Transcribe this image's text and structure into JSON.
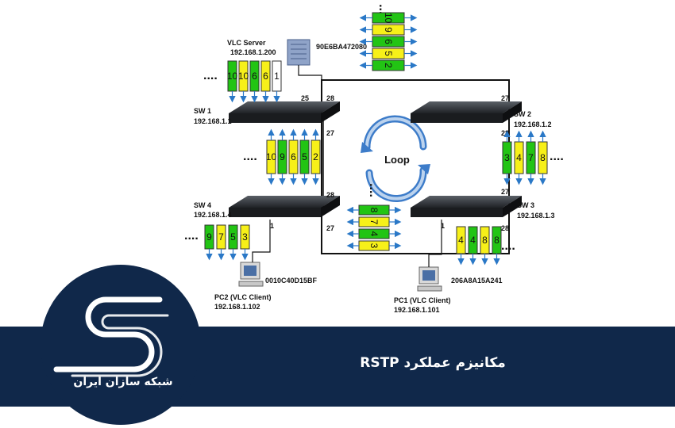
{
  "diagram": {
    "loop_label": "Loop",
    "dots": "....",
    "vlc_server": {
      "title": "VLC Server",
      "ip": "192.168.1.200",
      "mac": "90E6BA472080"
    },
    "switches": [
      {
        "id": "sw1",
        "name": "SW 1",
        "ip": "192.168.1.1",
        "ports": [
          "25",
          "28",
          "27"
        ]
      },
      {
        "id": "sw2",
        "name": "SW 2",
        "ip": "192.168.1.2",
        "ports": [
          "27",
          "28"
        ]
      },
      {
        "id": "sw3",
        "name": "SW 3",
        "ip": "192.168.1.3",
        "ports": [
          "27",
          "1",
          "28"
        ]
      },
      {
        "id": "sw4",
        "name": "SW 4",
        "ip": "192.168.1.4",
        "ports": [
          "28",
          "27",
          "1"
        ]
      }
    ],
    "clients": [
      {
        "id": "pc1",
        "name": "PC1 (VLC Client)",
        "ip": "192.168.1.101",
        "mac": "206A8A15A241"
      },
      {
        "id": "pc2",
        "name": "PC2 (VLC Client)",
        "ip": "192.168.1.102",
        "mac": "0010C40D15BF"
      }
    ],
    "stacks": [
      {
        "id": "top",
        "orientation": "v",
        "order": "ltr",
        "labels": [
          "10",
          "9",
          "6",
          "5",
          "2"
        ],
        "colors": [
          "#22c414",
          "#f7f019",
          "#22c414",
          "#f7f019",
          "#22c414"
        ]
      },
      {
        "id": "sw1-top",
        "orientation": "h",
        "order": "ltr",
        "labels": [
          "10",
          "10",
          "6",
          "6",
          "1"
        ],
        "colors": [
          "#22c414",
          "#f7f019",
          "#22c414",
          "#f7f019",
          "#ffffff"
        ]
      },
      {
        "id": "mid-left",
        "orientation": "h",
        "order": "ltr",
        "labels": [
          "10",
          "9",
          "6",
          "5",
          "2"
        ],
        "colors": [
          "#f7f019",
          "#22c414",
          "#f7f019",
          "#22c414",
          "#f7f019"
        ]
      },
      {
        "id": "sw2-right",
        "orientation": "h",
        "order": "ltr",
        "labels": [
          "3",
          "4",
          "7",
          "8"
        ],
        "colors": [
          "#22c414",
          "#f7f019",
          "#22c414",
          "#f7f019"
        ]
      },
      {
        "id": "center",
        "orientation": "v",
        "order": "ltr",
        "labels": [
          "8",
          "7",
          "4",
          "3"
        ],
        "colors": [
          "#22c414",
          "#f7f019",
          "#22c414",
          "#f7f019"
        ]
      },
      {
        "id": "sw4-bottom",
        "orientation": "h",
        "order": "ltr",
        "labels": [
          "9",
          "7",
          "5",
          "3"
        ],
        "colors": [
          "#22c414",
          "#f7f019",
          "#22c414",
          "#f7f019"
        ]
      },
      {
        "id": "sw3-bottom",
        "orientation": "h",
        "order": "ltr",
        "labels": [
          "4",
          "4",
          "8",
          "8"
        ],
        "colors": [
          "#f7f019",
          "#22c414",
          "#f7f019",
          "#22c414"
        ]
      }
    ]
  },
  "footer": {
    "title": "مکانیزم عملکرد RSTP",
    "logo_text": "شبکه سازان ایران"
  },
  "colors": {
    "navy": "#10284a",
    "green": "#22c414",
    "yellow": "#f7f019",
    "arrow": "#2a78c7"
  }
}
